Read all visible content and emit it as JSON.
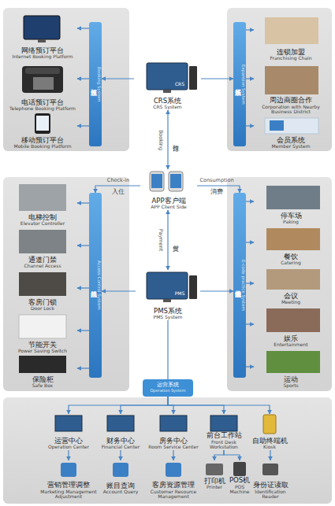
{
  "diagram": {
    "nodes": [
      {
        "text": [
          "网络预订平台",
          "Internet Booking Platform"
        ]
      },
      {
        "text": [
          "电话预订平台",
          "Telephone Booking Platform"
        ]
      },
      {
        "text": [
          "移动预订平台",
          "Mobile Booking Platform"
        ]
      },
      {
        "text": [
          "预订系统",
          "Booking System"
        ]
      },
      {
        "text": [
          "CRS系统",
          "CRS System"
        ]
      },
      {
        "text": [
          "拓展系统",
          "Expansion System"
        ]
      },
      {
        "text": [
          "连锁加盟",
          "Franchising Chain"
        ]
      },
      {
        "text": [
          "周边商圈合作",
          "Corporation with Nearby Business District"
        ]
      },
      {
        "text": [
          "会员系统",
          "Member System"
        ]
      },
      {
        "text": [
          "APP客户端",
          "APP Client Side"
        ]
      },
      {
        "text": [
          "电梯控制",
          "Elevator Controller"
        ]
      },
      {
        "text": [
          "通道门禁",
          "Channel Access"
        ]
      },
      {
        "text": [
          "客房门锁",
          "Door Lock"
        ]
      },
      {
        "text": [
          "节能开关",
          "Power Saving Switch"
        ]
      },
      {
        "text": [
          "保险柜",
          "Safe Box"
        ]
      },
      {
        "text": [
          "门禁系统",
          "Access Control System"
        ]
      },
      {
        "text": [
          "PMS系统",
          "PMS System"
        ]
      },
      {
        "text": [
          "电子消费系统",
          "E-code practice System"
        ]
      },
      {
        "text": [
          "停车场",
          "Paking"
        ]
      },
      {
        "text": [
          "餐饮",
          "Catering"
        ]
      },
      {
        "text": [
          "会议",
          "Meeting"
        ]
      },
      {
        "text": [
          "娱乐",
          "Entertainment"
        ]
      },
      {
        "text": [
          "运动",
          "Sports"
        ]
      },
      {
        "text": [
          "运营系统",
          "Operation System"
        ]
      },
      {
        "text": [
          "运营中心",
          "Operation Center"
        ]
      },
      {
        "text": [
          "财务中心",
          "Financial Center"
        ]
      },
      {
        "text": [
          "房务中心",
          "Room Service Center"
        ]
      },
      {
        "text": [
          "前台工作站",
          "Front Desk Workstation"
        ]
      },
      {
        "text": [
          "自助终端机",
          "Kiosk"
        ]
      },
      {
        "text": [
          "营销管理调整",
          "Marketing Management Adjustment"
        ]
      },
      {
        "text": [
          "账目查询",
          "Account Query"
        ]
      },
      {
        "text": [
          "客房资源管理",
          "Customer Resource Management"
        ]
      },
      {
        "text": [
          "打印机",
          "Printer"
        ]
      },
      {
        "text": [
          "POS机",
          "POS Machine"
        ]
      },
      {
        "text": [
          "身份证读取",
          "Identification Reader"
        ]
      }
    ],
    "edges": [
      {
        "from": 4,
        "to": 3,
        "arrow": "to"
      },
      {
        "from": 4,
        "to": 5,
        "arrow": "to"
      },
      {
        "from": 3,
        "to": 0,
        "arrow": "to"
      },
      {
        "from": 3,
        "to": 1,
        "arrow": "to"
      },
      {
        "from": 3,
        "to": 2,
        "arrow": "to"
      },
      {
        "from": 5,
        "to": 6,
        "arrow": "to"
      },
      {
        "from": 5,
        "to": 7,
        "arrow": "to"
      },
      {
        "from": 5,
        "to": 8,
        "arrow": "to"
      },
      {
        "from": 4,
        "to": 9,
        "label": "预订",
        "arrow": "both"
      },
      {
        "from": 9,
        "to": 16,
        "label": "支付",
        "arrow": "both"
      },
      {
        "from": 9,
        "to": 15,
        "label": "入住",
        "arrow": "to"
      },
      {
        "from": 9,
        "to": 17,
        "label": "消费",
        "arrow": "to"
      },
      {
        "from": 16,
        "to": 15,
        "arrow": "to"
      },
      {
        "from": 16,
        "to": 17,
        "arrow": "to"
      },
      {
        "from": 15,
        "to": 10,
        "arrow": "to"
      },
      {
        "from": 15,
        "to": 11,
        "arrow": "to"
      },
      {
        "from": 15,
        "to": 12,
        "arrow": "to"
      },
      {
        "from": 15,
        "to": 13,
        "arrow": "to"
      },
      {
        "from": 15,
        "to": 14,
        "arrow": "to"
      },
      {
        "from": 17,
        "to": 18,
        "arrow": "to"
      },
      {
        "from": 17,
        "to": 19,
        "arrow": "to"
      },
      {
        "from": 17,
        "to": 20,
        "arrow": "to"
      },
      {
        "from": 17,
        "to": 21,
        "arrow": "to"
      },
      {
        "from": 17,
        "to": 22,
        "arrow": "to"
      },
      {
        "from": 16,
        "to": 23,
        "arrow": "none"
      },
      {
        "from": 23,
        "to": 24,
        "arrow": "to"
      },
      {
        "from": 23,
        "to": 25,
        "arrow": "to"
      },
      {
        "from": 23,
        "to": 26,
        "arrow": "to"
      },
      {
        "from": 23,
        "to": 27,
        "arrow": "to"
      },
      {
        "from": 23,
        "to": 28,
        "arrow": "to"
      },
      {
        "from": 24,
        "to": 29,
        "arrow": "to"
      },
      {
        "from": 25,
        "to": 30,
        "arrow": "to"
      },
      {
        "from": 26,
        "to": 31,
        "arrow": "to"
      },
      {
        "from": 27,
        "to": 32,
        "arrow": "to"
      },
      {
        "from": 27,
        "to": 33,
        "arrow": "to"
      },
      {
        "from": 28,
        "to": 34,
        "arrow": "to"
      }
    ],
    "labels": [
      "CRS",
      "PMS",
      "Booking",
      "Payment",
      "Check-in",
      "Consumption"
    ]
  }
}
